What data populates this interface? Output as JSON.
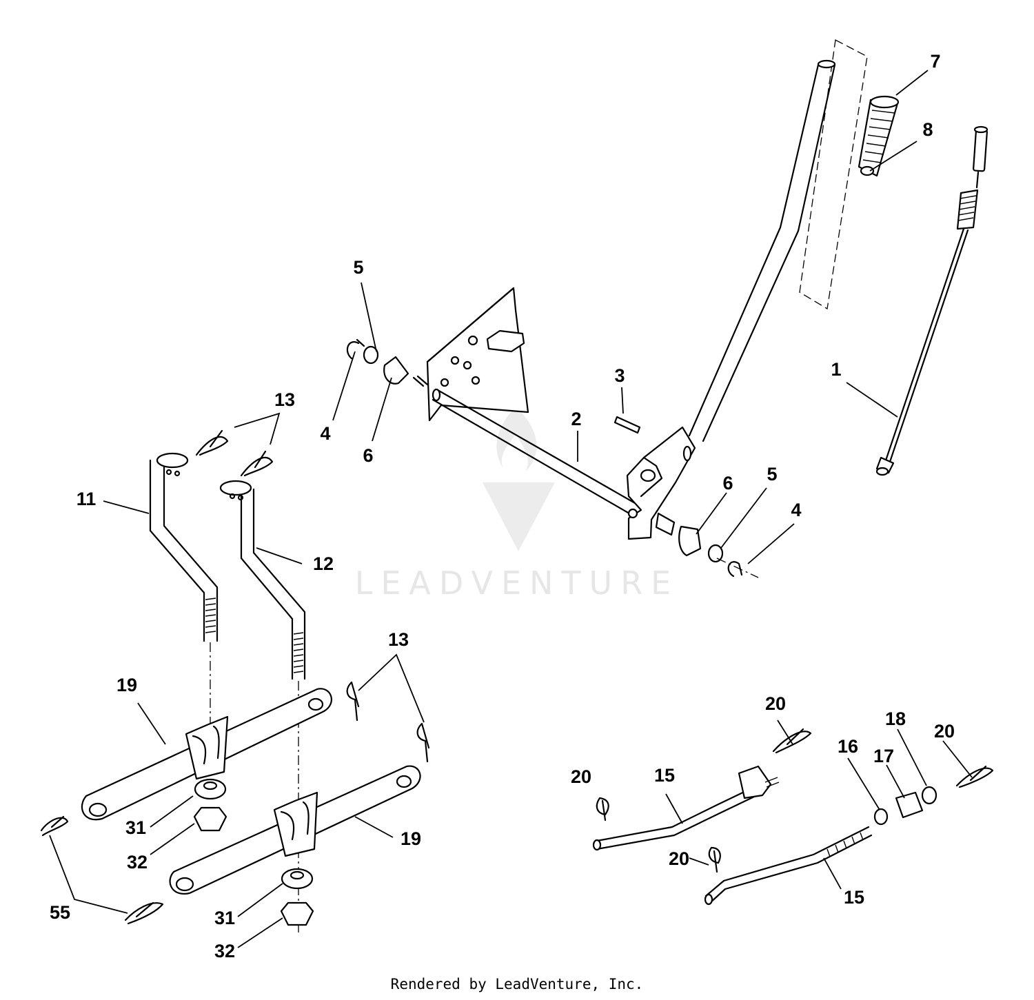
{
  "watermark": {
    "brand": "LEADVENTURE"
  },
  "footer": {
    "credit": "Rendered by LeadVenture, Inc."
  },
  "callouts": {
    "c1": "1",
    "c2": "2",
    "c3": "3",
    "c4a": "4",
    "c4b": "4",
    "c5a": "5",
    "c5b": "5",
    "c6a": "6",
    "c6b": "6",
    "c7": "7",
    "c8": "8",
    "c11": "11",
    "c12": "12",
    "c13a": "13",
    "c13b": "13",
    "c15a": "15",
    "c15b": "15",
    "c16": "16",
    "c17": "17",
    "c18": "18",
    "c19a": "19",
    "c19b": "19",
    "c20a": "20",
    "c20b": "20",
    "c20c": "20",
    "c20d": "20",
    "c31a": "31",
    "c31b": "31",
    "c32a": "32",
    "c32b": "32",
    "c55": "55"
  }
}
